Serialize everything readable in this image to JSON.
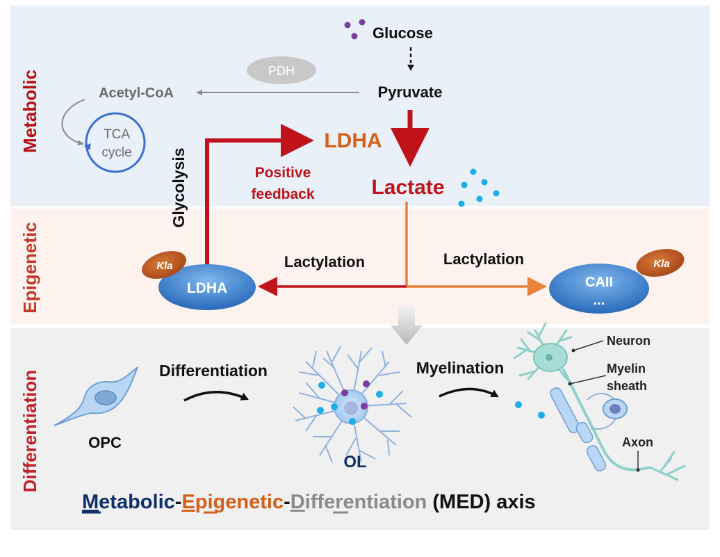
{
  "panels": {
    "metabolic": {
      "label": "Metabolic",
      "bg": "#e9f0f8",
      "label_color": "#b50f12"
    },
    "epigenetic": {
      "label": "Epigenetic",
      "bg": "#fdf2ee",
      "label_color": "#c0392b"
    },
    "differentiation": {
      "label": "Differentiation",
      "bg": "#f0f0f0",
      "label_color": "#c0202a"
    }
  },
  "metabolic": {
    "glucose": "Glucose",
    "pyruvate": "Pyruvate",
    "pdh": "PDH",
    "acetyl_coa": "Acetyl-CoA",
    "tca_line1": "TCA",
    "tca_line2": "cycle",
    "ldha": "LDHA",
    "lactate": "Lactate",
    "positive_line1": "Positive",
    "positive_line2": "feedback",
    "glycolysis": "Glycolysis"
  },
  "epigenetic": {
    "kla_left": "Kla",
    "kla_right": "Kla",
    "ldha_protein": "LDHA",
    "lactylation_left": "Lactylation",
    "lactylation_right": "Lactylation",
    "caii": "CAII",
    "ellipsis": "..."
  },
  "differentiation": {
    "differentiation": "Differentiation",
    "myelination": "Myelination",
    "opc": "OPC",
    "ol": "OL",
    "neuron": "Neuron",
    "myelin_line1": "Myelin",
    "myelin_line2": "sheath",
    "axon": "Axon"
  },
  "footer": {
    "m": "M",
    "m_rest": "etabolic",
    "dash1": "-",
    "e": "E",
    "e_rest": "pigenetic",
    "dash2": "-",
    "d": "D",
    "d_rest": "ifferentiation",
    "tail": " (MED) axis"
  },
  "colors": {
    "glucose_dot": "#7b3fa0",
    "lactate_dot": "#1aaee8",
    "red_arrow": "#c0121a",
    "orange": "#e9823c",
    "ldha_text": "#d35f1a",
    "navy": "#10306b",
    "kla": "#b8561f",
    "protein": "#3f86d1"
  }
}
